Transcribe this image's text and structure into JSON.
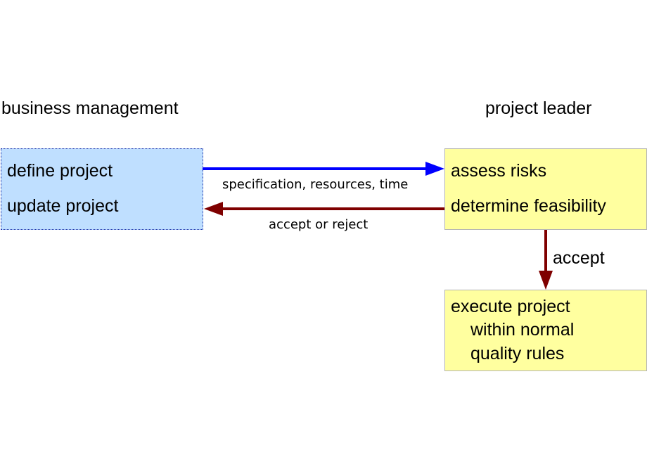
{
  "headings": {
    "left": "business management",
    "right": "project leader"
  },
  "boxes": {
    "business": {
      "lines": [
        "define project",
        "update project"
      ],
      "fill": "#bfdfff"
    },
    "feasibility": {
      "lines": [
        "assess risks",
        "determine feasibility"
      ],
      "fill": "#ffff9f"
    },
    "execute": {
      "lines": [
        "execute project",
        "within normal",
        "quality rules"
      ],
      "fill": "#ffff9f"
    }
  },
  "arrows": {
    "request": {
      "label": "specification, resources, time",
      "color": "#0000ff"
    },
    "response": {
      "label": "accept or reject",
      "color": "#7f0000"
    },
    "approve": {
      "label": "accept",
      "color": "#7f0000"
    }
  }
}
